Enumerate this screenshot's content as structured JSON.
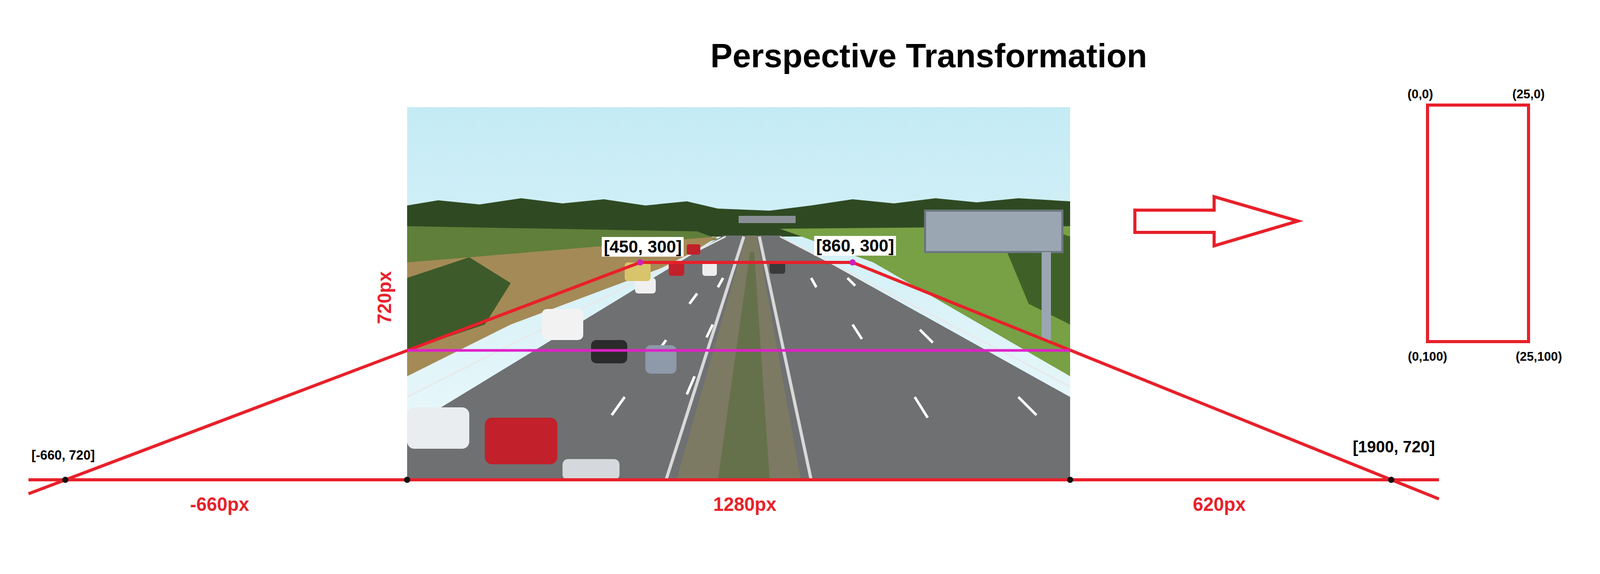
{
  "diagram": {
    "title": "Perspective Transformation",
    "labels": [
      "[450, 300]",
      "[860, 300]",
      "720px",
      "[-660, 720]",
      "[1900, 720]",
      "-660px",
      "1280px",
      "620px",
      "(0,0)",
      "(25,0)",
      "(0,100)",
      "(25,100)"
    ]
  }
}
